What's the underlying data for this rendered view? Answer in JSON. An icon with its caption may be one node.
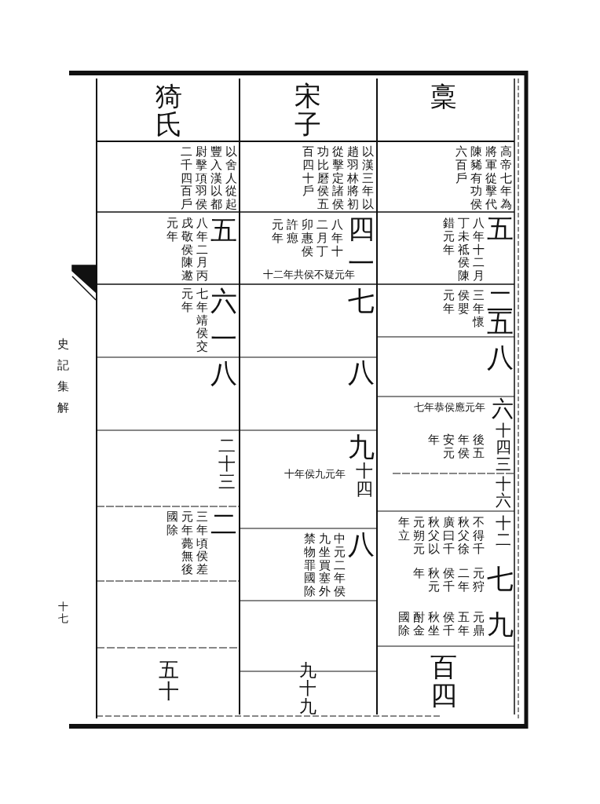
{
  "diagram": {
    "labels": [
      "稾",
      "高帝七年為將軍從擊代陳豨有功侯六百戶",
      "五",
      "八年十二月丁未祗侯陳錯元年",
      "二",
      "三年懷侯嬰元年",
      "五",
      "八",
      "六",
      "七年恭侯應元年",
      "十四",
      "後五年侯安元年",
      "三",
      "十六",
      "十二",
      "不得千秋父徐廣曰千秋父以元朔元年立",
      "七",
      "元狩二年侯千秋元年",
      "九",
      "元鼎五年侯千秋坐酎金國除",
      "百四",
      "宋子",
      "以漢三年以趙羽林將初從擊定諸侯功比磿侯五百四十戶",
      "四",
      "八年十二月丁卯惠侯許瘛元年",
      "一",
      "十二年共侯不疑元年",
      "七",
      "八",
      "九",
      "十四",
      "十年侯九元年",
      "八",
      "中元二年侯九坐買塞外禁物罪國除",
      "九十九",
      "猗氏",
      "以舍人從起豐入漢以都尉擊項羽侯二千四百戶",
      "五",
      "八年二月丙戌敬侯陳遬元年",
      "六",
      "七年靖侯交元年",
      "一",
      "八",
      "二十三",
      "二",
      "三年頃侯差元年薨無後國除",
      "五十",
      "史記集解",
      "十七"
    ]
  }
}
